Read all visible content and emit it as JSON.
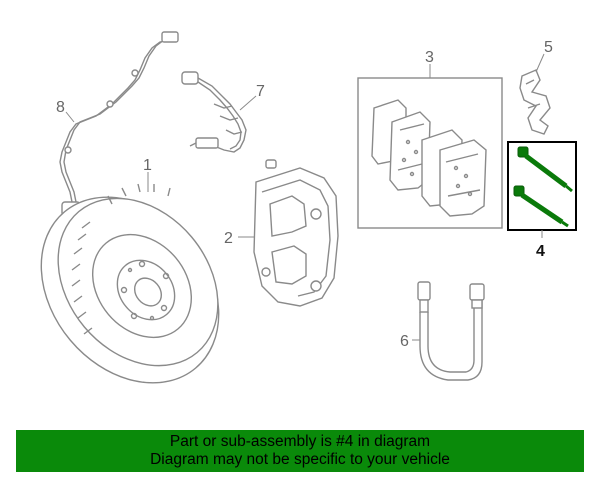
{
  "callouts": {
    "c1": "1",
    "c2": "2",
    "c3": "3",
    "c4": "4",
    "c5": "5",
    "c6": "6",
    "c7": "7",
    "c8": "8"
  },
  "highlighted_part": "4",
  "colors": {
    "banner_bg": "#0a8a0a",
    "highlight_box": "#000000",
    "highlight_parts": "#0a7a0a",
    "line_art": "#8a8a8a"
  },
  "banner": {
    "line1": "Part or sub-assembly is #4 in diagram",
    "line2": "Diagram may not be specific to your vehicle"
  }
}
